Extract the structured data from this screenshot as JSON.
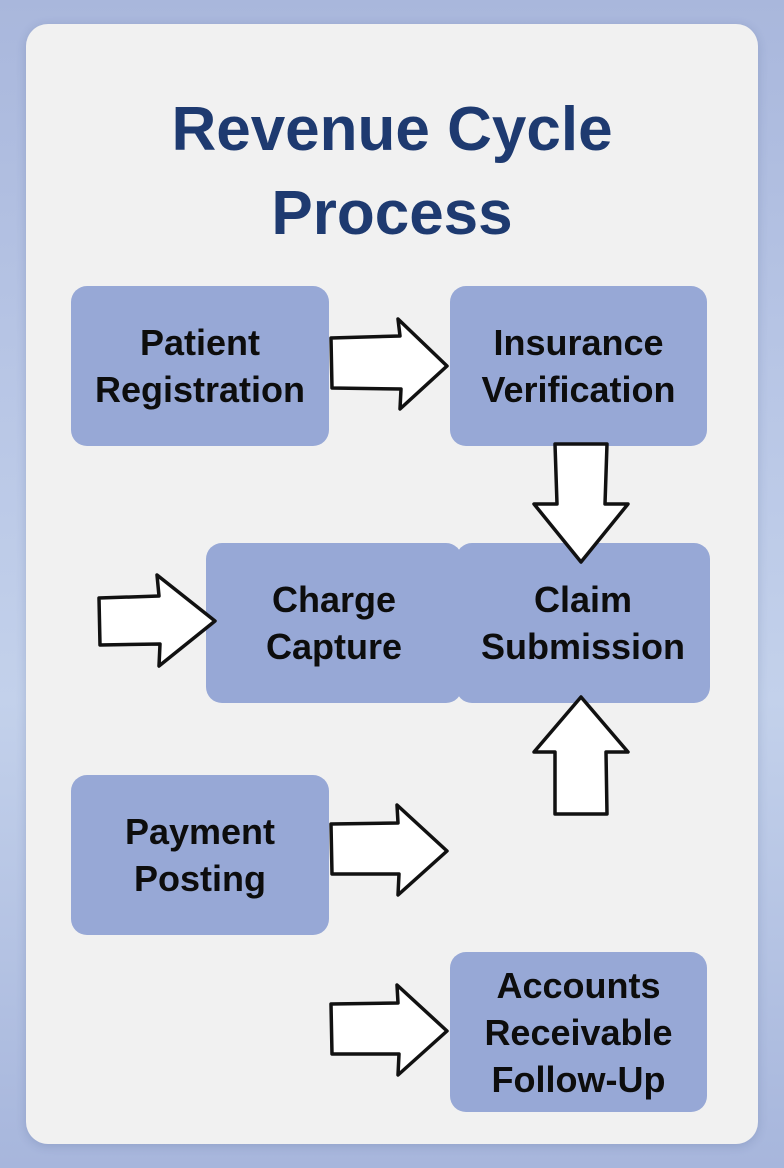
{
  "title": {
    "line1": "Revenue Cycle",
    "line2": "Process"
  },
  "steps": {
    "patient_registration": {
      "line1": "Patient",
      "line2": "Registration"
    },
    "insurance_verification": {
      "line1": "Insurance",
      "line2": "Verification"
    },
    "charge_capture": {
      "line1": "Charge",
      "line2": "Capture"
    },
    "claim_submission": {
      "line1": "Claim",
      "line2": "Submission"
    },
    "payment_posting": {
      "line1": "Payment",
      "line2": "Posting"
    },
    "accounts_receivable": {
      "line1": "Accounts",
      "line2": "Receivable",
      "line3": "Follow-Up"
    }
  },
  "colors": {
    "title": "#1e3a70",
    "box_fill": "#97a8d6",
    "card": "#f1f1f1",
    "arrow_fill": "#ffffff",
    "arrow_stroke": "#111111"
  }
}
